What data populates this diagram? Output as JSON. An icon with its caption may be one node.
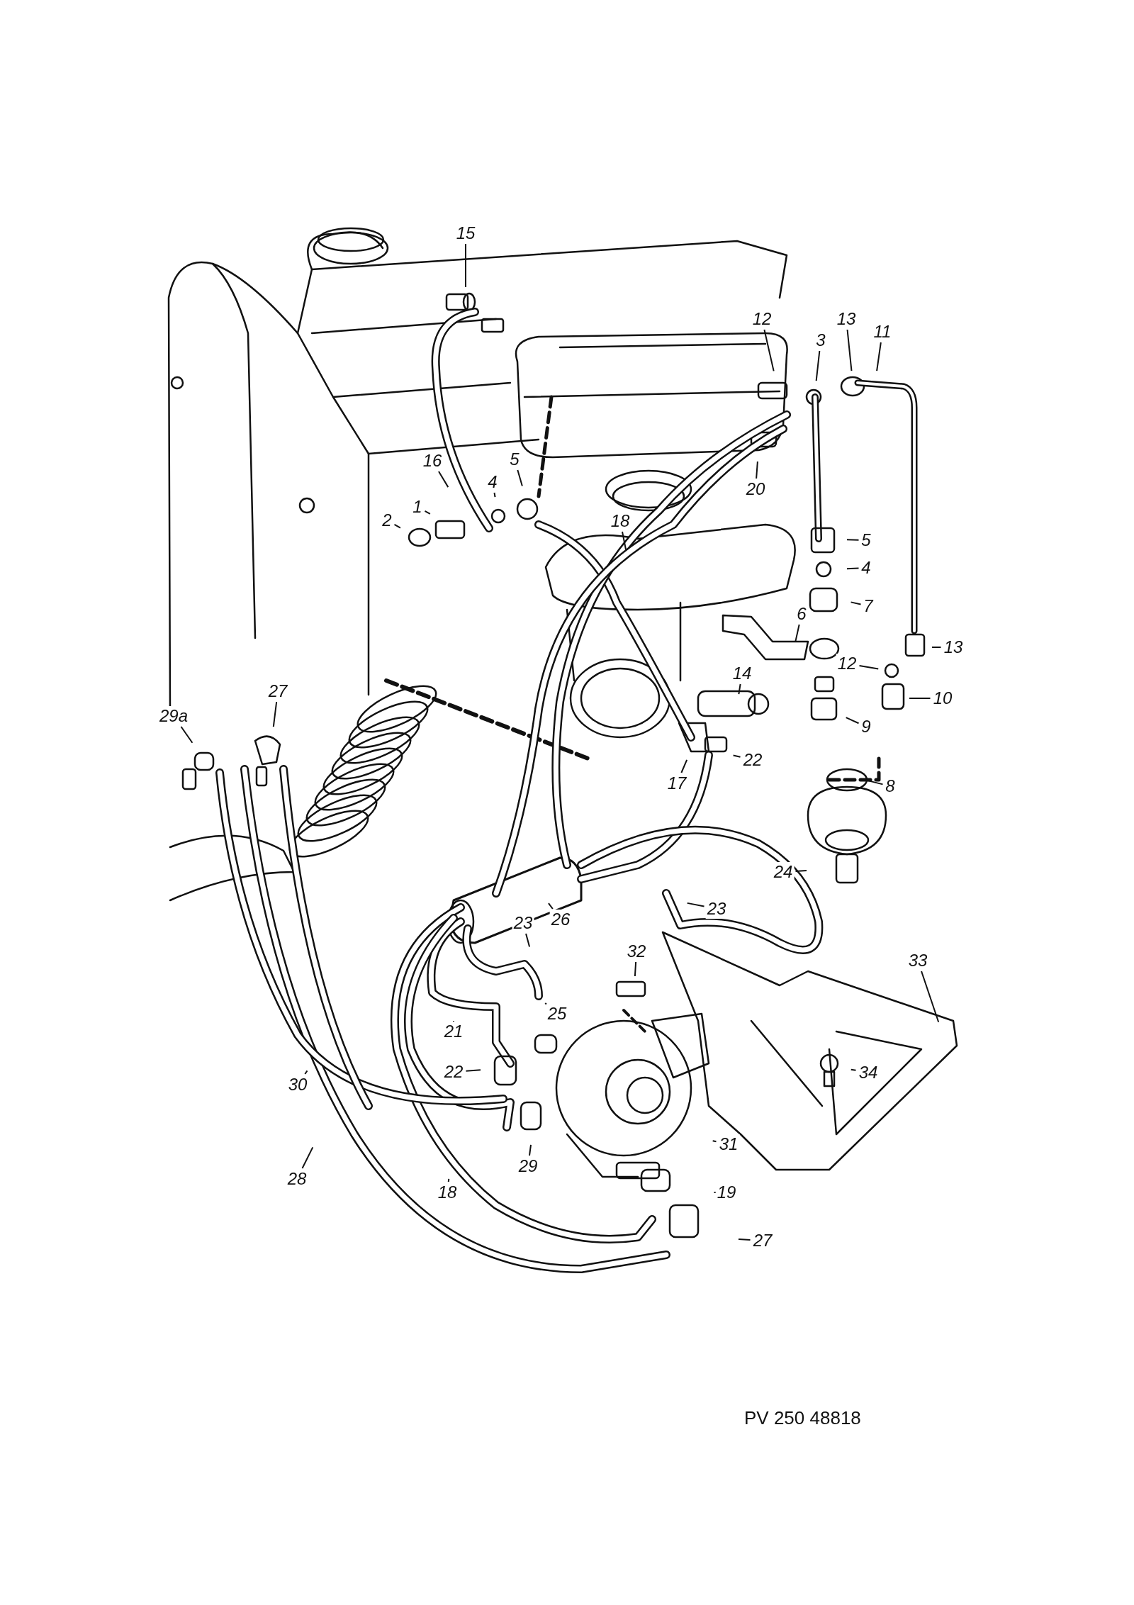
{
  "diagram": {
    "nodes": [
      {
        "text": [
          "15"
        ]
      },
      {
        "text": [
          "3"
        ]
      },
      {
        "text": [
          "12"
        ]
      },
      {
        "text": [
          "13"
        ]
      },
      {
        "text": [
          "11"
        ]
      },
      {
        "text": [
          "20"
        ]
      },
      {
        "text": [
          "16"
        ]
      },
      {
        "text": [
          "4"
        ]
      },
      {
        "text": [
          "5"
        ]
      },
      {
        "text": [
          "2"
        ]
      },
      {
        "text": [
          "1"
        ]
      },
      {
        "text": [
          "18"
        ]
      },
      {
        "text": [
          "5"
        ]
      },
      {
        "text": [
          "4"
        ]
      },
      {
        "text": [
          "7"
        ]
      },
      {
        "text": [
          "6"
        ]
      },
      {
        "text": [
          "13"
        ]
      },
      {
        "text": [
          "12"
        ]
      },
      {
        "text": [
          "10"
        ]
      },
      {
        "text": [
          "9"
        ]
      },
      {
        "text": [
          "14"
        ]
      },
      {
        "text": [
          "17"
        ]
      },
      {
        "text": [
          "22"
        ]
      },
      {
        "text": [
          "8"
        ]
      },
      {
        "text": [
          "27"
        ]
      },
      {
        "text": [
          "29a"
        ]
      },
      {
        "text": [
          "24"
        ]
      },
      {
        "text": [
          "26"
        ]
      },
      {
        "text": [
          "23"
        ]
      },
      {
        "text": [
          "23"
        ]
      },
      {
        "text": [
          "32"
        ]
      },
      {
        "text": [
          "33"
        ]
      },
      {
        "text": [
          "21"
        ]
      },
      {
        "text": [
          "25"
        ]
      },
      {
        "text": [
          "22"
        ]
      },
      {
        "text": [
          "30"
        ]
      },
      {
        "text": [
          "34"
        ]
      },
      {
        "text": [
          "29"
        ]
      },
      {
        "text": [
          "31"
        ]
      },
      {
        "text": [
          "28"
        ]
      },
      {
        "text": [
          "18"
        ]
      },
      {
        "text": [
          "19"
        ]
      },
      {
        "text": [
          "27"
        ]
      }
    ],
    "edges": [
      {
        "from": 0,
        "to": null,
        "arrow": "none"
      },
      {
        "from": 1,
        "to": null,
        "arrow": "none"
      },
      {
        "from": 2,
        "to": null,
        "arrow": "none"
      },
      {
        "from": 3,
        "to": null,
        "arrow": "none"
      },
      {
        "from": 4,
        "to": null,
        "arrow": "none"
      },
      {
        "from": 5,
        "to": null,
        "arrow": "none"
      },
      {
        "from": 6,
        "to": null,
        "arrow": "none"
      },
      {
        "from": 7,
        "to": null,
        "arrow": "none"
      },
      {
        "from": 8,
        "to": null,
        "arrow": "none"
      },
      {
        "from": 9,
        "to": null,
        "arrow": "none"
      },
      {
        "from": 10,
        "to": null,
        "arrow": "none"
      },
      {
        "from": 11,
        "to": null,
        "arrow": "none"
      },
      {
        "from": 12,
        "to": null,
        "arrow": "none"
      },
      {
        "from": 13,
        "to": null,
        "arrow": "none"
      },
      {
        "from": 14,
        "to": null,
        "arrow": "none"
      },
      {
        "from": 15,
        "to": null,
        "arrow": "none"
      },
      {
        "from": 16,
        "to": null,
        "arrow": "none"
      },
      {
        "from": 17,
        "to": null,
        "arrow": "none"
      },
      {
        "from": 18,
        "to": null,
        "arrow": "none"
      },
      {
        "from": 19,
        "to": null,
        "arrow": "none"
      },
      {
        "from": 20,
        "to": null,
        "arrow": "none"
      },
      {
        "from": 21,
        "to": null,
        "arrow": "none"
      },
      {
        "from": 22,
        "to": null,
        "arrow": "none"
      },
      {
        "from": 23,
        "to": null,
        "arrow": "none"
      },
      {
        "from": 24,
        "to": null,
        "arrow": "none"
      },
      {
        "from": 25,
        "to": null,
        "arrow": "none"
      },
      {
        "from": 26,
        "to": null,
        "arrow": "none"
      },
      {
        "from": 27,
        "to": null,
        "arrow": "none"
      },
      {
        "from": 28,
        "to": null,
        "arrow": "none"
      },
      {
        "from": 29,
        "to": null,
        "arrow": "none"
      },
      {
        "from": 30,
        "to": null,
        "arrow": "none"
      },
      {
        "from": 31,
        "to": null,
        "arrow": "none"
      },
      {
        "from": 32,
        "to": null,
        "arrow": "none"
      },
      {
        "from": 33,
        "to": null,
        "arrow": "none"
      },
      {
        "from": 34,
        "to": null,
        "arrow": "none"
      },
      {
        "from": 35,
        "to": null,
        "arrow": "none"
      },
      {
        "from": 36,
        "to": null,
        "arrow": "none"
      },
      {
        "from": 37,
        "to": null,
        "arrow": "none"
      },
      {
        "from": 38,
        "to": null,
        "arrow": "none"
      },
      {
        "from": 39,
        "to": null,
        "arrow": "none"
      },
      {
        "from": 40,
        "to": null,
        "arrow": "none"
      },
      {
        "from": 41,
        "to": null,
        "arrow": "none"
      },
      {
        "from": 42,
        "to": null,
        "arrow": "none"
      }
    ],
    "labels": [
      "PV 250 48818"
    ]
  }
}
